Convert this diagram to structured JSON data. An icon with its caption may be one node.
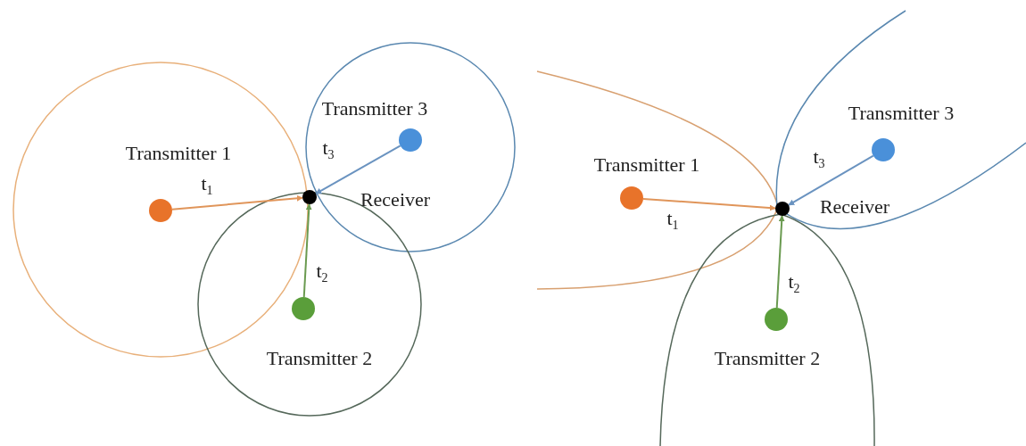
{
  "diagram": {
    "nodes": [
      {
        "text": [],
        "shape": "circle",
        "beside": [
          "Transmitter 3"
        ]
      },
      {
        "text": [],
        "shape": "circle",
        "beside": [
          "Transmitter 1"
        ]
      },
      {
        "text": [],
        "shape": "circle",
        "beside": [
          "Receiver"
        ]
      },
      {
        "text": [],
        "shape": "circle",
        "beside": [
          "Transmitter 2"
        ]
      },
      {
        "text": [],
        "shape": "circle",
        "beside": [
          "Transmitter 3"
        ]
      },
      {
        "text": [],
        "shape": "circle",
        "beside": [
          "Transmitter 1"
        ]
      },
      {
        "text": [],
        "shape": "circle",
        "beside": [
          "Receiver"
        ]
      },
      {
        "text": [],
        "shape": "circle",
        "beside": [
          "Transmitter 2"
        ]
      }
    ],
    "edges": [
      {
        "from": 1,
        "to": 2,
        "arrow": "to",
        "label": "t$_{1}$",
        "color": "#e0955a"
      },
      {
        "from": 3,
        "to": 2,
        "arrow": "to",
        "label": "t$_{2}$",
        "color": "#6a9a50"
      },
      {
        "from": 0,
        "to": 2,
        "arrow": "to",
        "label": "t$_{3}$",
        "color": "#6a93c0"
      },
      {
        "from": 5,
        "to": 6,
        "arrow": "to",
        "label": "t$_{1}$",
        "color": "#e0955a"
      },
      {
        "from": 7,
        "to": 6,
        "arrow": "to",
        "label": "t$_{2}$",
        "color": "#6a9a50"
      },
      {
        "from": 4,
        "to": 6,
        "arrow": "to",
        "label": "t$_{3}$",
        "color": "#6a93c0"
      }
    ]
  }
}
